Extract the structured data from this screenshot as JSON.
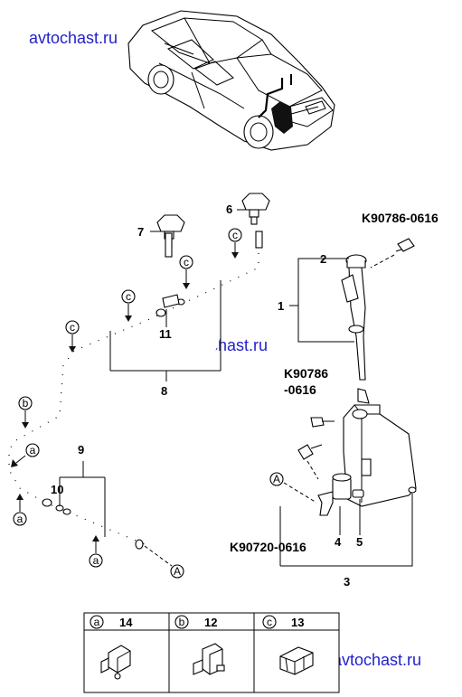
{
  "watermarks": [
    "avtochast.ru",
    "avtochast.ru",
    "avtochast.ru"
  ],
  "part_codes": {
    "bolt_top": "K90786-0616",
    "bolt_mid_line1": "K90786",
    "bolt_mid_line2": "-0616",
    "bolt_bottom": "K90720-0616"
  },
  "callouts": [
    "1",
    "2",
    "3",
    "4",
    "5",
    "6",
    "7",
    "8",
    "9",
    "10",
    "11"
  ],
  "clip_markers": {
    "a": "a",
    "b": "b",
    "c": "c",
    "A": "A"
  },
  "legend": [
    {
      "marker": "a",
      "number": "14",
      "icon": "clip-a-icon"
    },
    {
      "marker": "b",
      "number": "12",
      "icon": "clip-b-icon"
    },
    {
      "marker": "c",
      "number": "13",
      "icon": "clip-c-icon"
    }
  ]
}
